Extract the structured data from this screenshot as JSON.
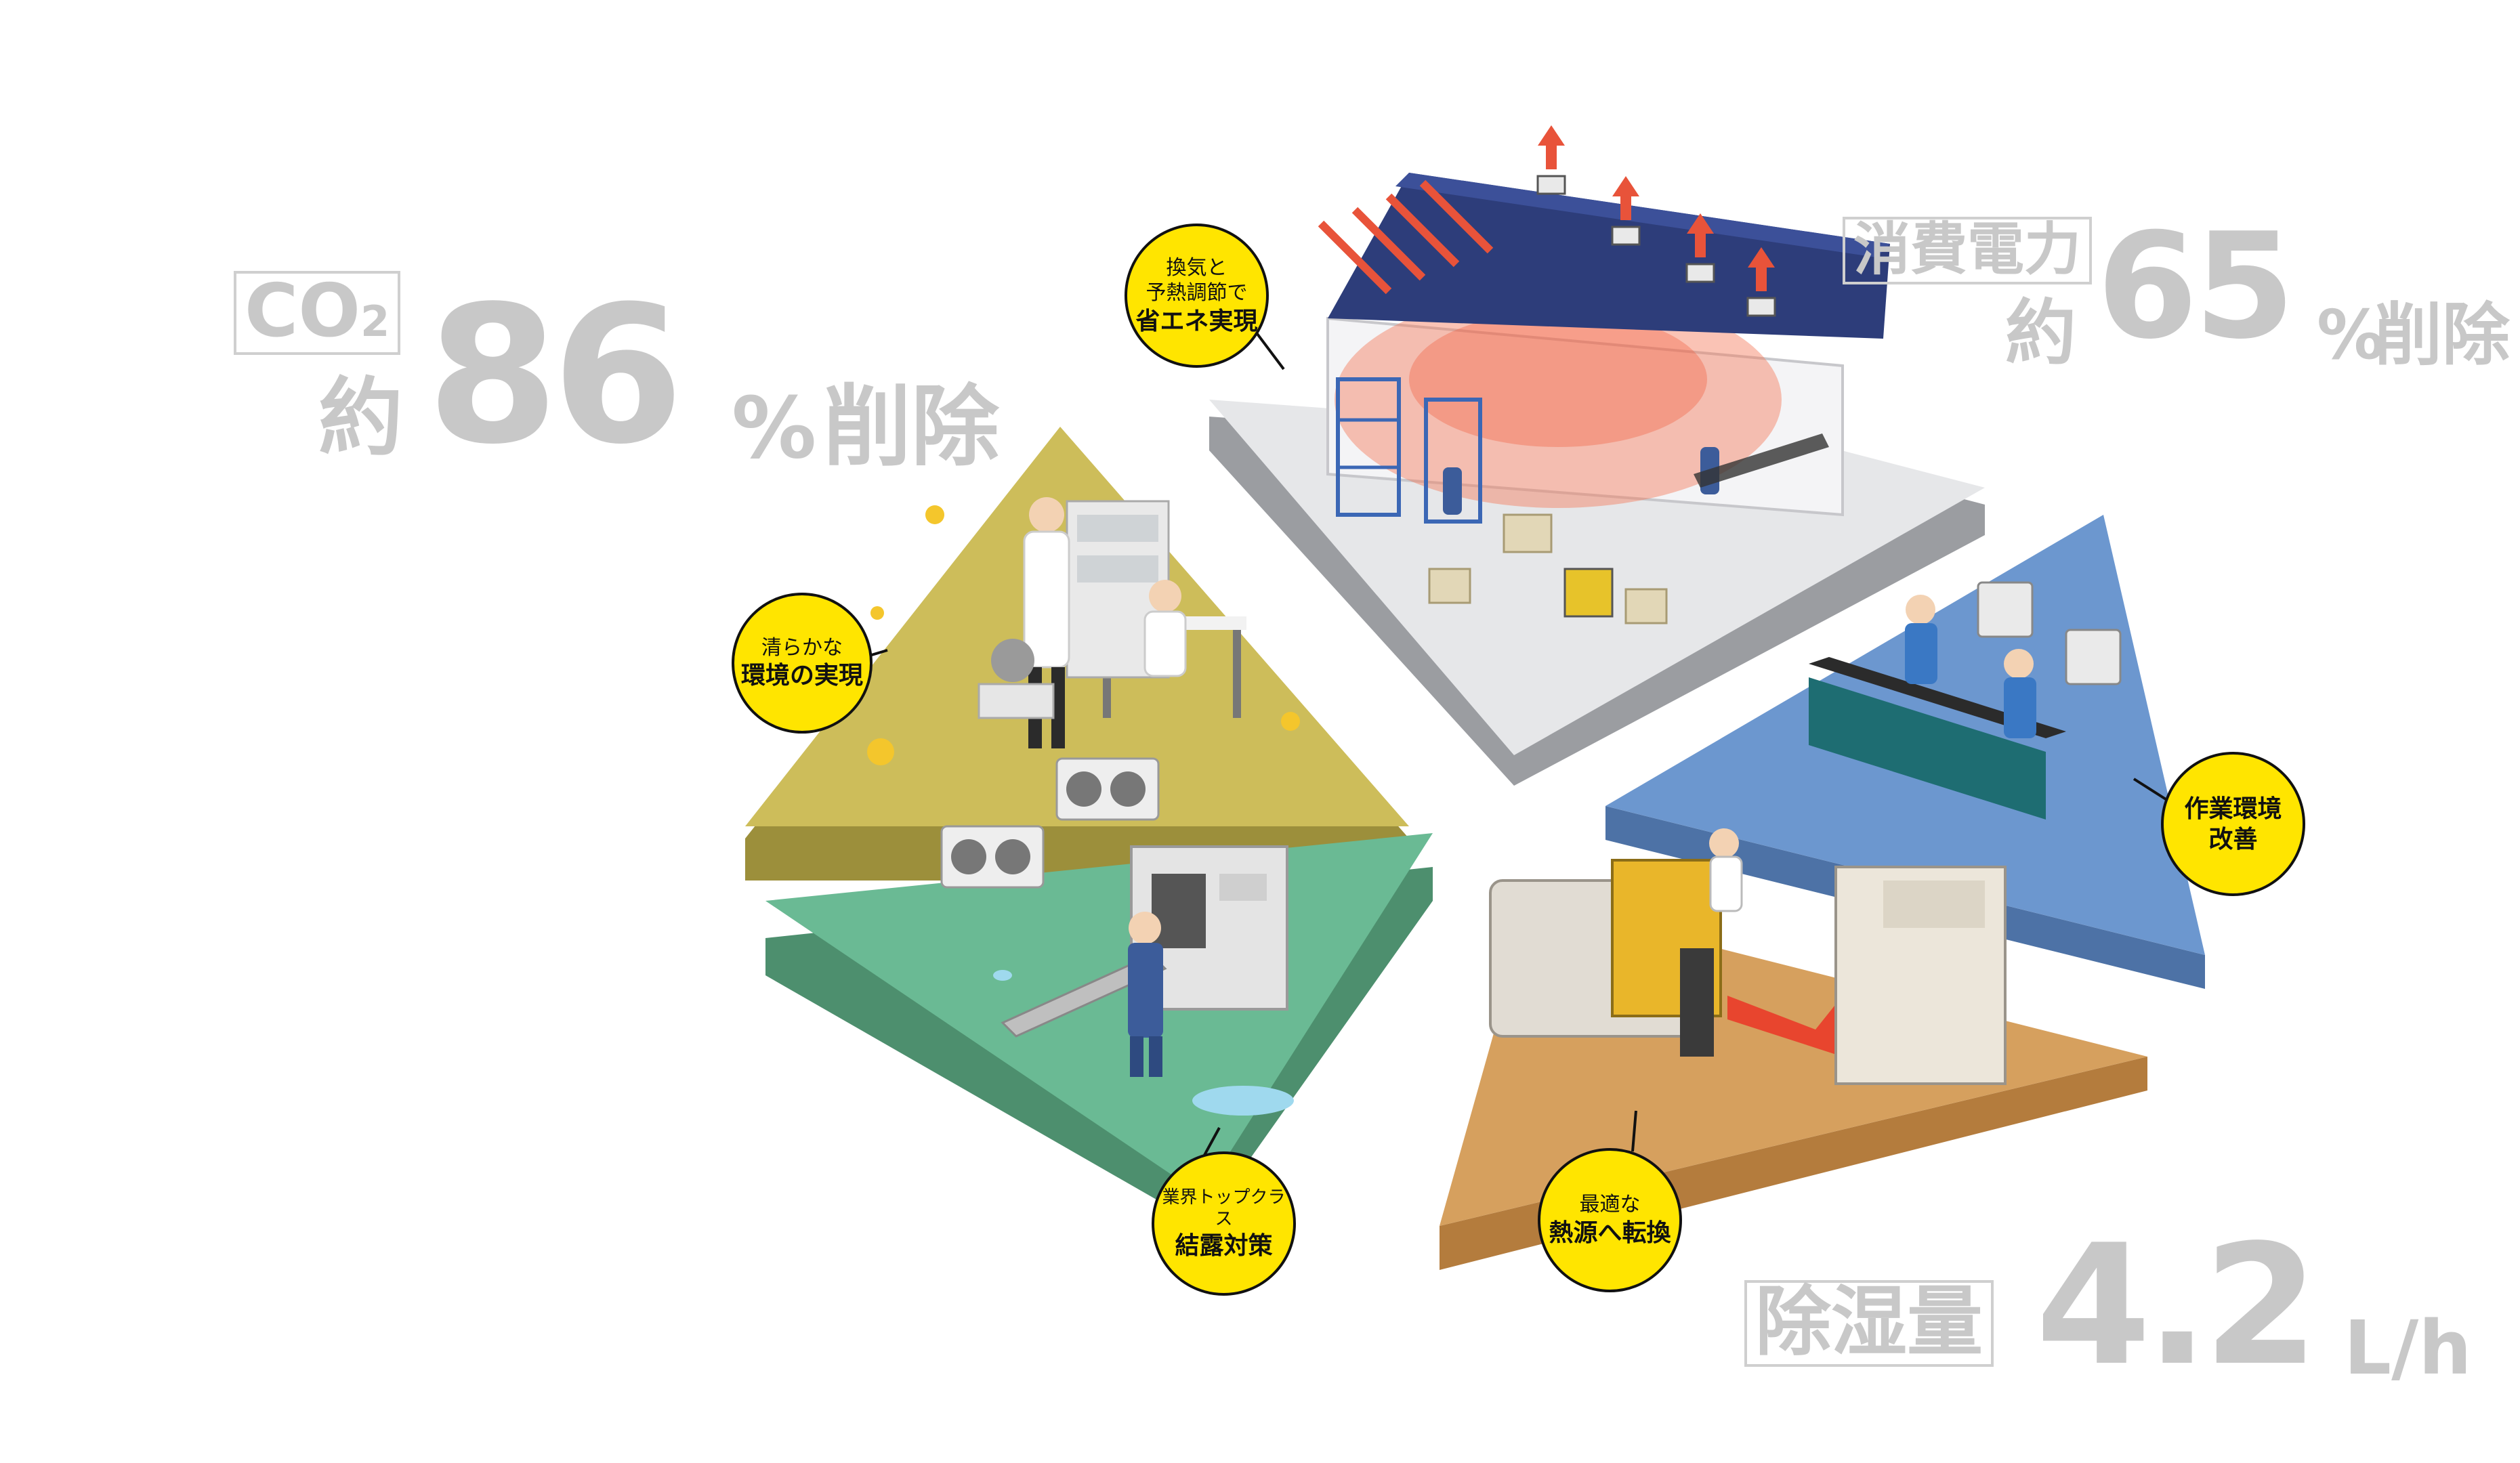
{
  "stats": {
    "co2": {
      "label": "CO",
      "sub": "2",
      "prefix": "約",
      "number": "86",
      "unit": "%",
      "suffix": "削除"
    },
    "power": {
      "label": "消費電力",
      "prefix": "約",
      "number": "65",
      "unit": "%",
      "suffix": "削除"
    },
    "dehumidify": {
      "label": "除湿量",
      "number": "4.2",
      "unit": "L/h"
    }
  },
  "callouts": {
    "energy": {
      "line1": "換気と",
      "line2": "予熱調節で",
      "line3": "省エネ実現"
    },
    "clean": {
      "line1": "清らかな",
      "line2": "環境の実現"
    },
    "work": {
      "line1": "作業環境",
      "line2": "改善"
    },
    "heat": {
      "line1": "最適な",
      "line2": "熱源へ転換"
    },
    "condense": {
      "line1": "業界トップクラス",
      "line2": "結露対策"
    }
  },
  "colors": {
    "olive": "#cdbd5a",
    "blue": "#6c97cf",
    "green": "#6aba94",
    "orange": "#d6a05e",
    "platform": "#e6e7e9",
    "callout": "#ffe500",
    "stat_gray": "#c8c8c8"
  }
}
